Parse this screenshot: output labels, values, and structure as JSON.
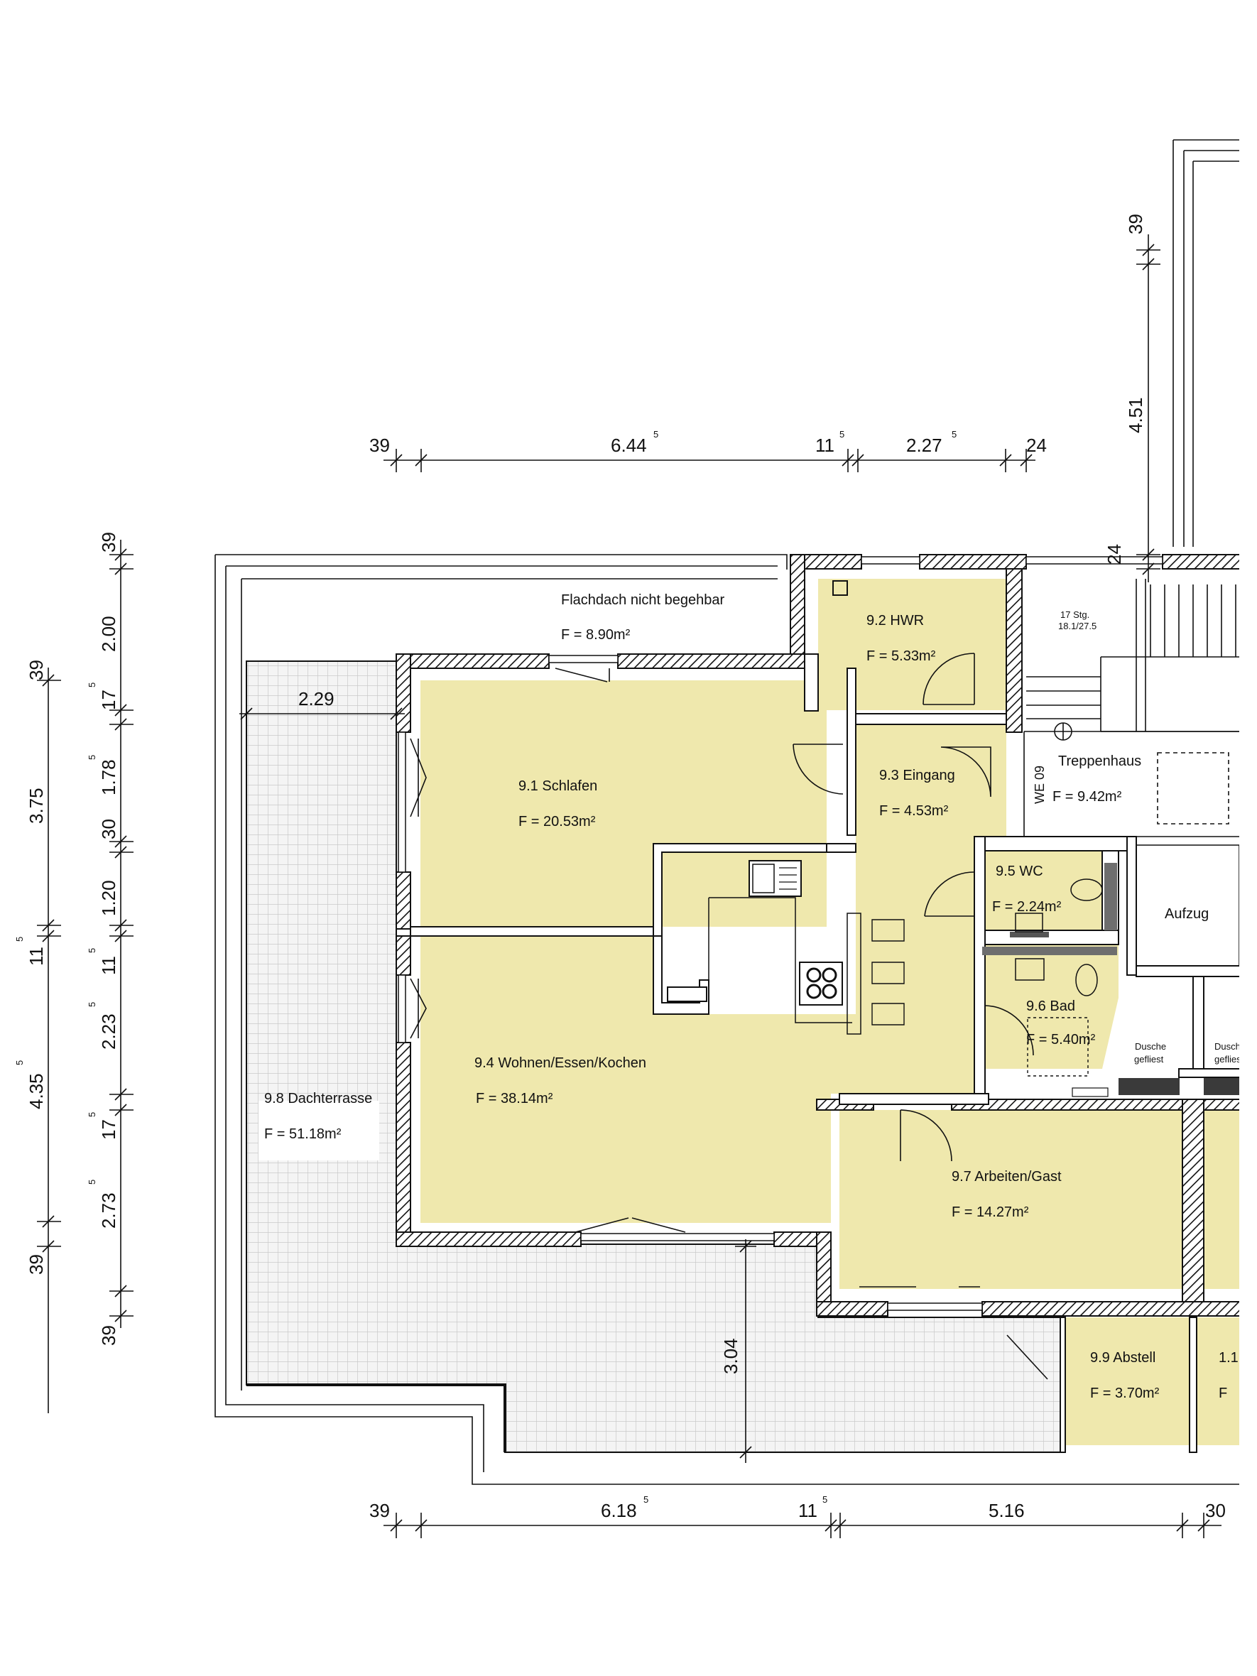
{
  "rooms": {
    "flachdach": {
      "name": "Flachdach nicht begehbar",
      "area": "F = 8.90m²"
    },
    "hwr": {
      "name": "9.2 HWR",
      "area": "F = 5.33m²"
    },
    "schlafen": {
      "name": "9.1 Schlafen",
      "area": "F = 20.53m²"
    },
    "eingang": {
      "name": "9.3 Eingang",
      "area": "F = 4.53m²"
    },
    "treppenhaus": {
      "name": "Treppenhaus",
      "area": "F = 9.42m²"
    },
    "we": {
      "name": "WE 09"
    },
    "stairs_note": {
      "line1": "17 Stg.",
      "line2": "18.1/27.5"
    },
    "wc": {
      "name": "9.5 WC",
      "area": "F = 2.24m²"
    },
    "aufzug": {
      "name": "Aufzug"
    },
    "bad": {
      "name": "9.6 Bad",
      "area": "F = 5.40m²"
    },
    "dusche1": {
      "line1": "Dusche",
      "line2": "gefliest"
    },
    "dusche2": {
      "line1": "Dusch",
      "line2": "geflies"
    },
    "wohnen": {
      "name": "9.4 Wohnen/Essen/Kochen",
      "area": "F = 38.14m²"
    },
    "dachterrasse": {
      "name": "9.8 Dachterrasse",
      "area": "F = 51.18m²"
    },
    "arbeiten": {
      "name": "9.7 Arbeiten/Gast",
      "area": "F = 14.27m²"
    },
    "abstell": {
      "name": "9.9 Abstell",
      "area": "F = 3.70m²"
    },
    "cut_room": {
      "name": "1.1",
      "area": "F"
    }
  },
  "dimensions": {
    "top": [
      {
        "main": "39",
        "sup": ""
      },
      {
        "main": "6.44",
        "sup": "5"
      },
      {
        "main": "11",
        "sup": "5"
      },
      {
        "main": "2.27",
        "sup": "5"
      },
      {
        "main": "24",
        "sup": ""
      }
    ],
    "bottom": [
      {
        "main": "39",
        "sup": ""
      },
      {
        "main": "6.18",
        "sup": "5"
      },
      {
        "main": "11",
        "sup": "5"
      },
      {
        "main": "5.16",
        "sup": ""
      },
      {
        "main": "30",
        "sup": ""
      }
    ],
    "left_outer": [
      {
        "main": "39",
        "sup": ""
      },
      {
        "main": "3.75",
        "sup": ""
      },
      {
        "main": "11",
        "sup": "5"
      },
      {
        "main": "4.35",
        "sup": "5"
      },
      {
        "main": "39",
        "sup": ""
      }
    ],
    "left_inner": [
      {
        "main": "39",
        "sup": ""
      },
      {
        "main": "2.00",
        "sup": ""
      },
      {
        "main": "17",
        "sup": "5"
      },
      {
        "main": "1.78",
        "sup": "5"
      },
      {
        "main": "30",
        "sup": ""
      },
      {
        "main": "1.20",
        "sup": ""
      },
      {
        "main": "11",
        "sup": "5"
      },
      {
        "main": "2.23",
        "sup": "5"
      },
      {
        "main": "17",
        "sup": "5"
      },
      {
        "main": "2.73",
        "sup": "5"
      },
      {
        "main": "39",
        "sup": ""
      }
    ],
    "right_stair": [
      {
        "main": "39",
        "sup": ""
      },
      {
        "main": "4.51",
        "sup": ""
      },
      {
        "main": "24",
        "sup": ""
      }
    ],
    "terrace_width": {
      "main": "2.29"
    },
    "terrace_depth": {
      "main": "3.04"
    }
  },
  "colors": {
    "room_fill": "#efe8ad",
    "terrace_grid": "#d8d8d8",
    "wall_line": "#111111"
  }
}
